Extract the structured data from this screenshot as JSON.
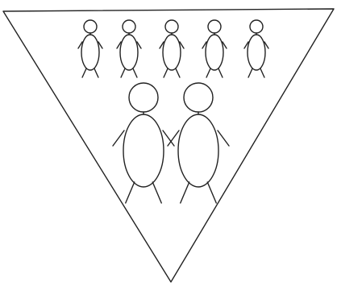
{
  "diagram": {
    "frame_shape": "inverted-triangle",
    "figure_type": "stick-figure",
    "colors": {
      "stroke": "#222222",
      "background": "#ffffff"
    },
    "rows": [
      {
        "role": "top-row",
        "size": "small",
        "count": 5
      },
      {
        "role": "bottom-row",
        "size": "large",
        "count": 2
      }
    ]
  }
}
